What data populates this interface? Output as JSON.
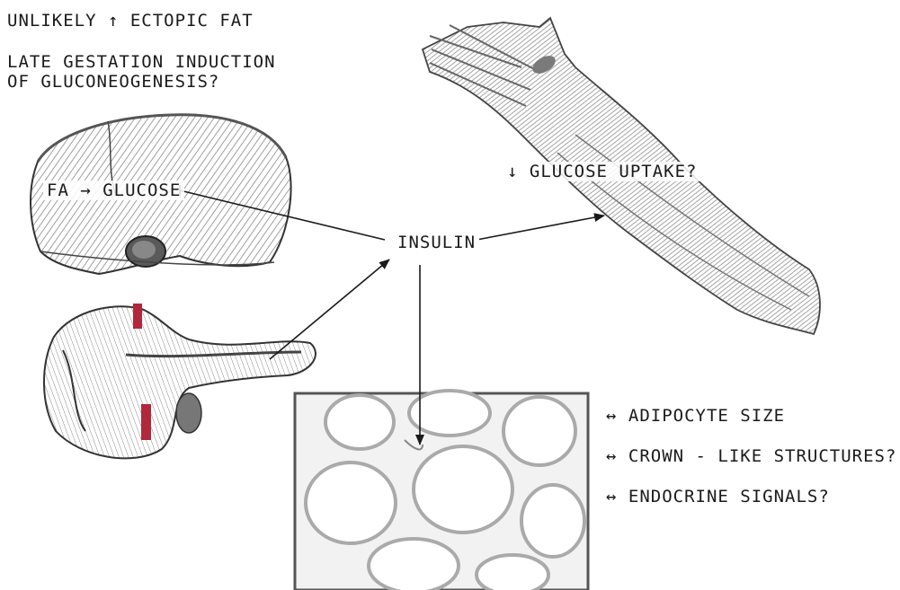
{
  "liver_notes": {
    "ectopic_fat": "UNLIKELY ↑ ECTOPIC FAT",
    "gluconeogenesis_line1": "LATE GESTATION INDUCTION",
    "gluconeogenesis_line2": "OF GLUCONEOGENESIS?"
  },
  "liver_label": "FA → GLUCOSE",
  "hub_label": "INSULIN",
  "muscle_label": "↓ GLUCOSE UPTAKE?",
  "adipose_notes": [
    "↔ ADIPOCYTE SIZE",
    "↔ CROWN - LIKE STRUCTURES?",
    "↔ ENDOCRINE SIGNALS?"
  ],
  "colors": {
    "ink": "#1a1a1a",
    "organ_shade": "#7a7a7a",
    "pancreas_vessel": "#b0283c",
    "histology_border": "#555555"
  }
}
